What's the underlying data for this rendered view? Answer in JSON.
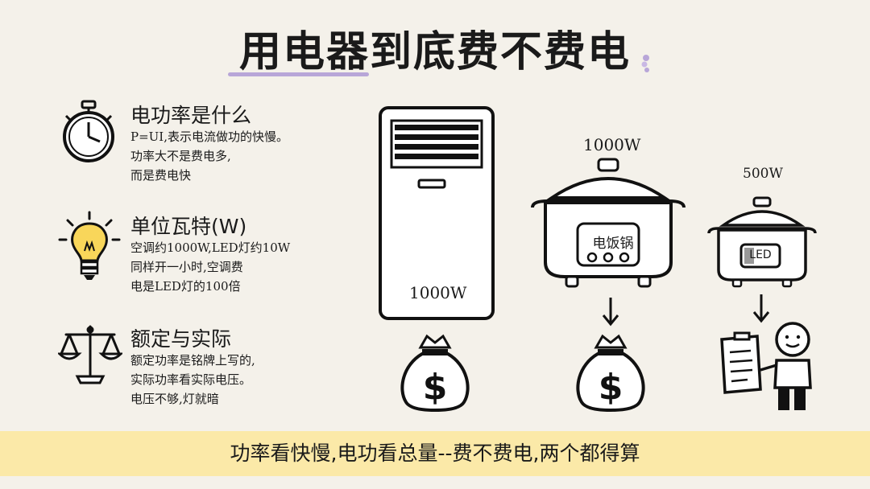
{
  "title": "用电器到底费不费电",
  "sections": [
    {
      "heading": "电功率是什么",
      "lines": [
        "P=UI,表示电流做功的快慢。",
        "功率大不是费电多,",
        "而是费电快"
      ],
      "icon": "stopwatch-icon"
    },
    {
      "heading": "单位瓦特(W)",
      "lines": [
        "空调约1000W,LED灯约10W",
        "同样开一小时,空调费",
        "电是LED灯的100倍"
      ],
      "icon": "lightbulb-icon"
    },
    {
      "heading": "额定与实际",
      "lines": [
        "额定功率是铭牌上写的,",
        "实际功率看实际电压。",
        "电压不够,灯就暗"
      ],
      "icon": "balance-scale-icon"
    }
  ],
  "appliances": {
    "ac": {
      "wattage": "1000W"
    },
    "rice_cooker": {
      "wattage": "1000W",
      "label": "电饭锅"
    },
    "small_cooker": {
      "wattage": "500W",
      "label": "LED"
    }
  },
  "banner": "功率看快慢,电功看总量--费不费电,两个都得算",
  "colors": {
    "background": "#f4f1ea",
    "banner": "#fbe9a8",
    "accent_underline": "#b8a6d8"
  }
}
